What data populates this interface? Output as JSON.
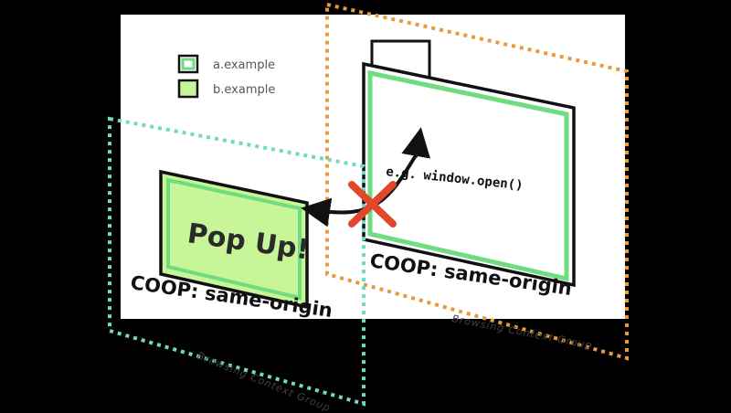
{
  "legend": {
    "items": [
      {
        "label": "a.example",
        "color": "#ffffff",
        "border": "#6fdc7f"
      },
      {
        "label": "b.example",
        "color": "#c9f599",
        "border": "#111111"
      }
    ]
  },
  "opener": {
    "call_prefix": "e.g.",
    "call_code": "window.open()",
    "coop_label": "COOP: same-origin"
  },
  "popup": {
    "title": "Pop Up!",
    "coop_label": "COOP: same-origin"
  },
  "groups": {
    "left_label": "Browsing Context Group",
    "right_label": "Browsing Context Group",
    "left_color": "#6fd9c6",
    "right_color": "#e89a3c"
  },
  "colors": {
    "canvas": "#ffffff",
    "frame_green": "#6fdc7f",
    "popup_fill": "#c9f599",
    "blocked_x": "#e0472b",
    "outline": "#111111"
  }
}
